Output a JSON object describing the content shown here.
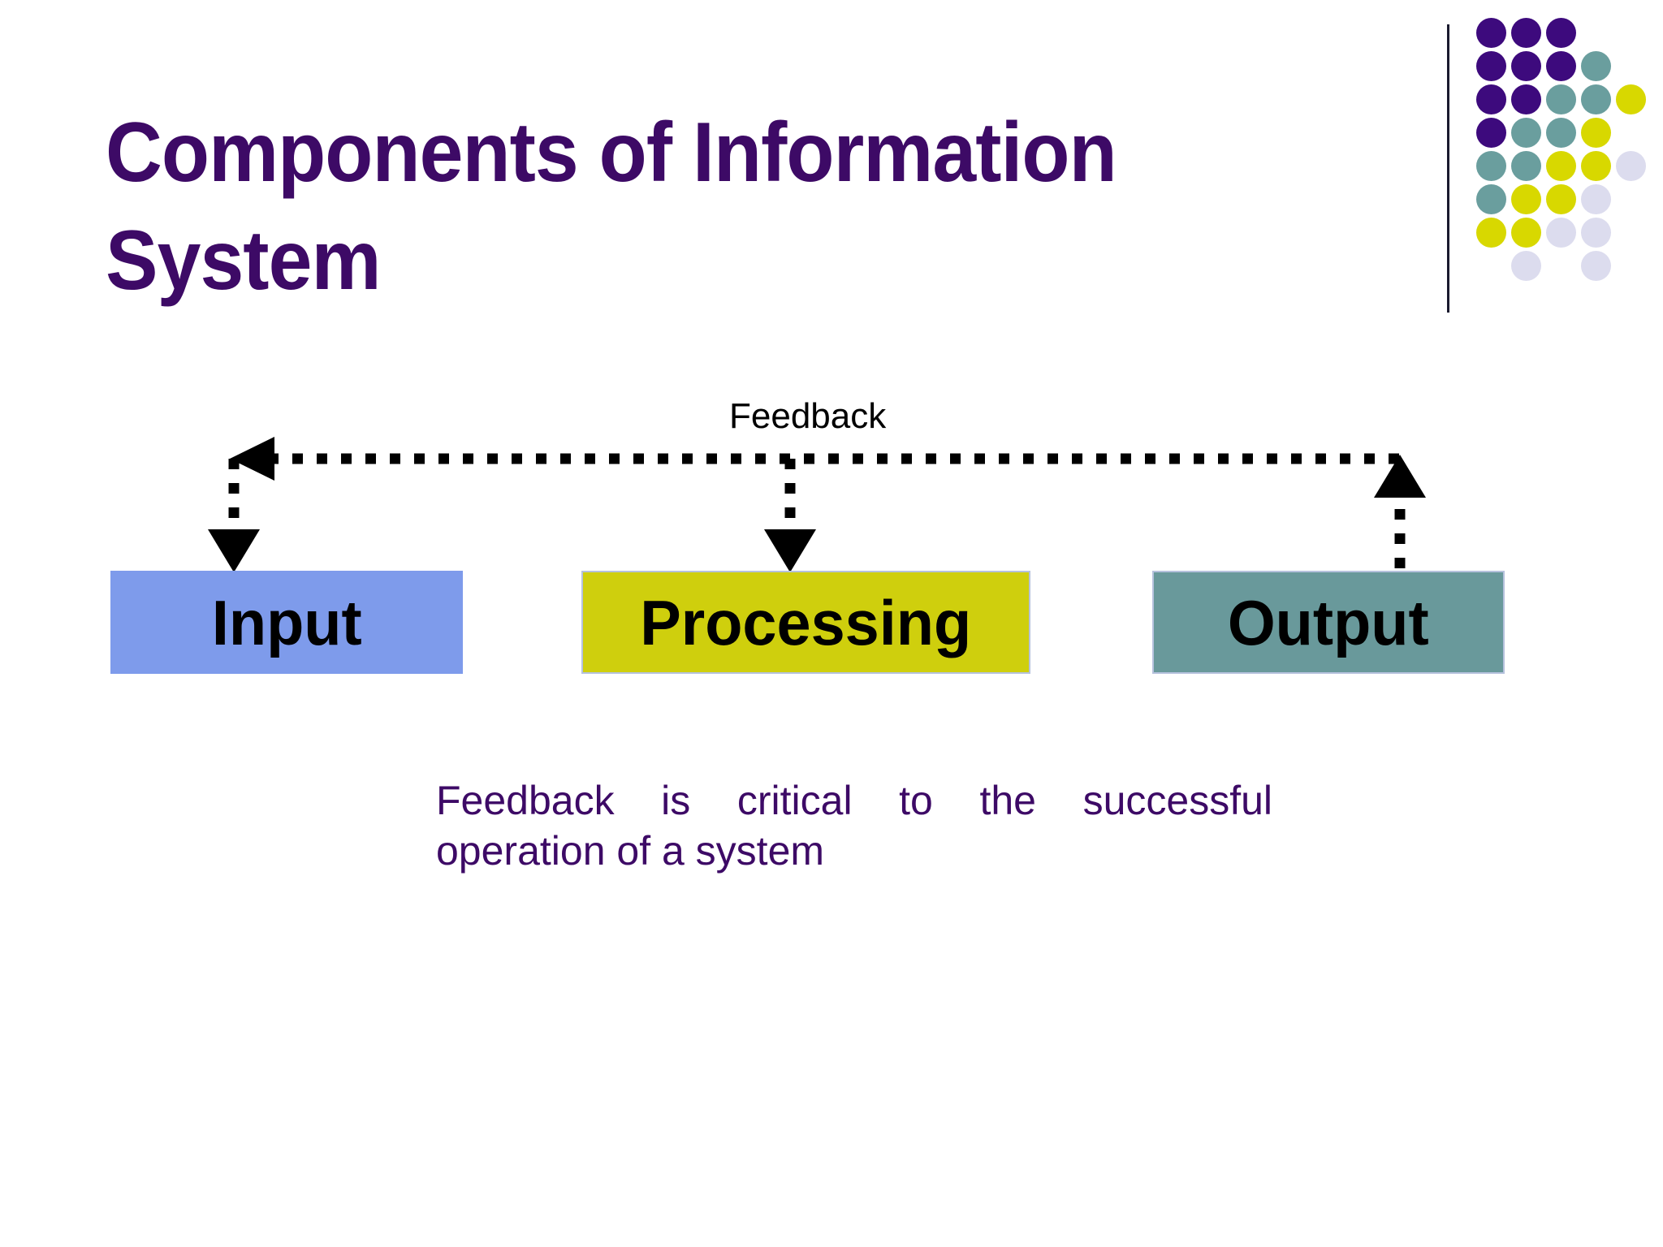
{
  "slide": {
    "title": "Components of Information\nSystem",
    "background_color": "#ffffff",
    "title_color": "#3d0a66"
  },
  "header_decoration": {
    "rule_color": "#1a1a2e",
    "palette": {
      "purple": "#3d0a7d",
      "teal": "#6a9e9e",
      "yellow": "#d8d800",
      "lavender": "#dcdcee"
    },
    "dot_grid": [
      [
        "purple",
        "purple",
        "purple",
        "none",
        "none"
      ],
      [
        "purple",
        "purple",
        "purple",
        "teal",
        "none"
      ],
      [
        "purple",
        "purple",
        "teal",
        "teal",
        "yellow"
      ],
      [
        "purple",
        "teal",
        "teal",
        "yellow",
        "none"
      ],
      [
        "teal",
        "teal",
        "yellow",
        "yellow",
        "lavender"
      ],
      [
        "teal",
        "yellow",
        "yellow",
        "lavender",
        "none"
      ],
      [
        "yellow",
        "yellow",
        "lavender",
        "lavender",
        "none"
      ],
      [
        "none",
        "lavender",
        "none",
        "lavender",
        "none"
      ]
    ]
  },
  "diagram": {
    "feedback_label": "Feedback",
    "boxes": [
      {
        "id": "input",
        "label": "Input",
        "fill": "#7e9beb",
        "border": "#7e9beb"
      },
      {
        "id": "processing",
        "label": "Processing",
        "fill": "#cfcf0d",
        "border": "#b6c2dd"
      },
      {
        "id": "output",
        "label": "Output",
        "fill": "#69999b",
        "border": "#b6c2dd"
      }
    ],
    "connectors": [
      {
        "id": "feedback-bus",
        "style": "dotted",
        "color": "#000000",
        "from": "output",
        "to": "input",
        "direction": "right-to-left"
      },
      {
        "id": "feedback-to-input",
        "style": "dotted",
        "color": "#000000",
        "arrow": "down",
        "target": "input"
      },
      {
        "id": "feedback-to-processing",
        "style": "dotted",
        "color": "#000000",
        "arrow": "down",
        "target": "processing"
      },
      {
        "id": "output-to-feedback",
        "style": "dotted",
        "color": "#000000",
        "arrow": "up",
        "source": "output"
      }
    ]
  },
  "caption": {
    "line_1": "Feedback is critical to the successful",
    "line_2": "operation of a system",
    "full_text": "Feedback is critical to the successful operation of a system",
    "color": "#3d0a66"
  }
}
